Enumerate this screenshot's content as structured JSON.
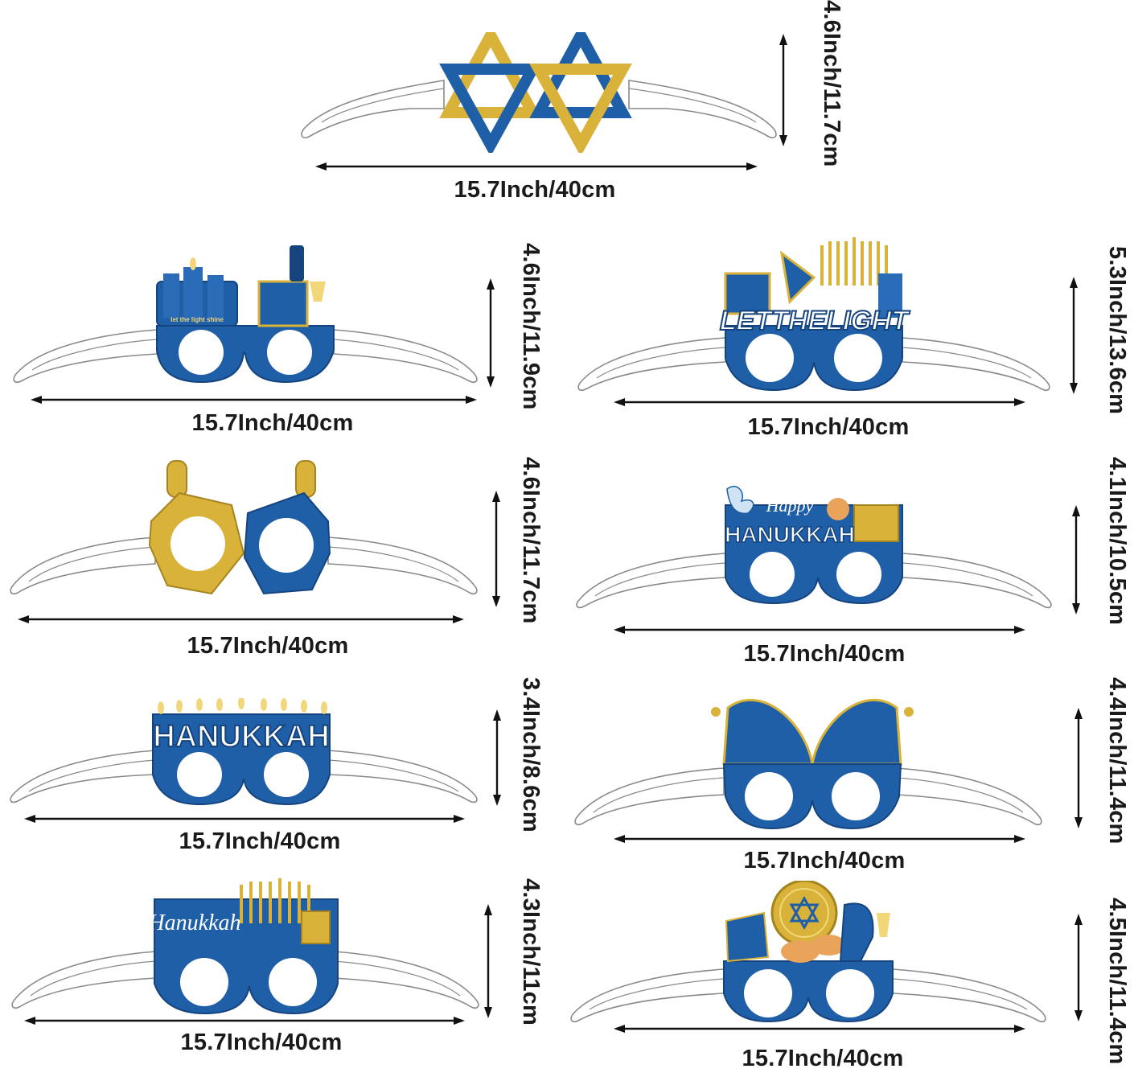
{
  "colors": {
    "blue": "#1f5fa8",
    "dark_blue": "#15437e",
    "gold": "#d9b23a",
    "light_gold": "#f1d77a",
    "outline": "#8a8a8a",
    "text": "#1a1a1a"
  },
  "products": [
    {
      "id": "star-of-david",
      "width_label": "15.7Inch/40cm",
      "height_label": "4.6Inch/11.7cm",
      "icon": "star-of-david-icon"
    },
    {
      "id": "candles",
      "width_label": "15.7Inch/40cm",
      "height_label": "4.6Inch/11.9cm",
      "art_text": "let the light shine",
      "icon": "candles-wine-icon"
    },
    {
      "id": "let-the-light",
      "width_label": "15.7Inch/40cm",
      "height_label": "5.3Inch/13.6cm",
      "art_text": "LETTHELIGHT",
      "icon": "menorah-icon"
    },
    {
      "id": "dreidel",
      "width_label": "15.7Inch/40cm",
      "height_label": "4.6Inch/11.7cm",
      "icon": "dreidel-icon"
    },
    {
      "id": "happy-hanukkah",
      "width_label": "15.7Inch/40cm",
      "height_label": "4.1Inch/10.5cm",
      "art_text_1": "Happy",
      "art_text_2": "HANUKKAH",
      "icon": "dove-icon"
    },
    {
      "id": "hanukkah-candles",
      "width_label": "15.7Inch/40cm",
      "height_label": "3.4Inch/8.6cm",
      "art_text": "HANUKKAH",
      "icon": "candle-flames-icon"
    },
    {
      "id": "gnome",
      "width_label": "15.7Inch/40cm",
      "height_label": "4.4Inch/11.4cm",
      "icon": "gnome-hat-icon"
    },
    {
      "id": "hanukkah-script",
      "width_label": "15.7Inch/40cm",
      "height_label": "4.3Inch/11cm",
      "art_text": "Hanukkah",
      "icon": "menorah-icon"
    },
    {
      "id": "coin-donuts",
      "width_label": "15.7Inch/40cm",
      "height_label": "4.5Inch/11.4cm",
      "icon": "gelt-coin-icon"
    }
  ]
}
